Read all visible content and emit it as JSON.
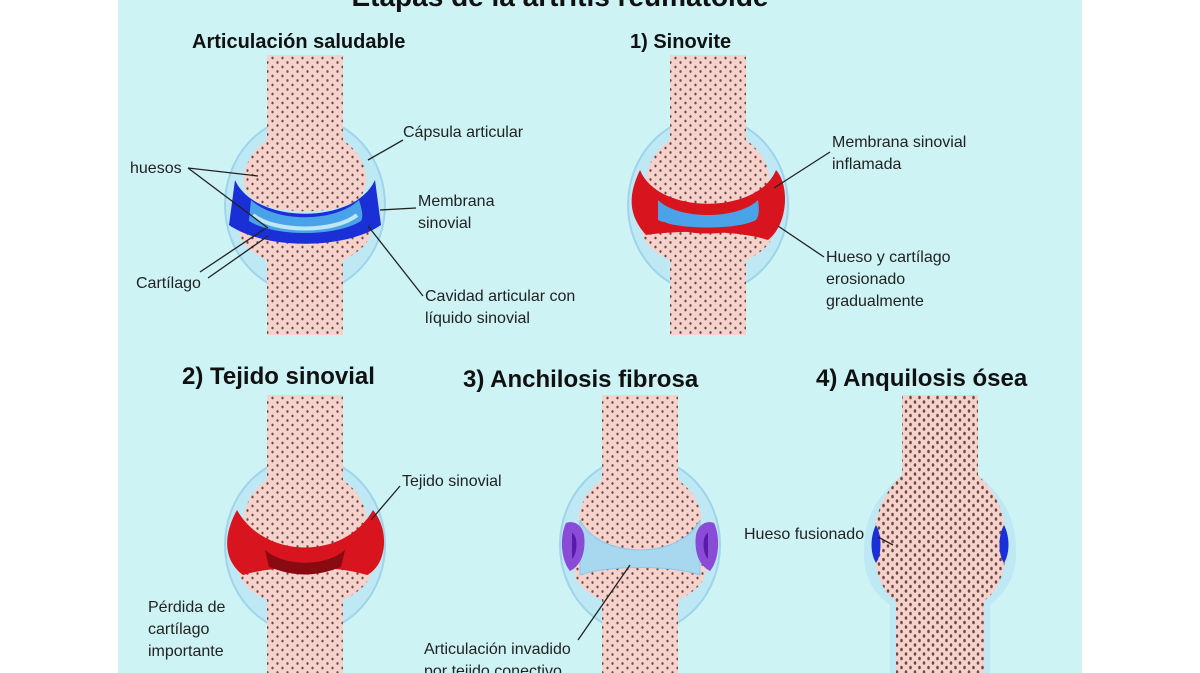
{
  "main_title": "Etapas de la artritis reumatoide",
  "stages": {
    "healthy": {
      "title": "Articulación  saludable",
      "labels": {
        "capsule": "Cápsula articular",
        "bones": "huesos",
        "membrane": [
          "Membrana",
          "sinovial"
        ],
        "cartilage": "Cartílago",
        "cavity": [
          "Cavidad articular con",
          "líquido sinovial"
        ]
      }
    },
    "synovitis": {
      "title": "1) Sinovite",
      "labels": {
        "membrane": [
          "Membrana sinovial",
          "inflamada"
        ],
        "erosion": [
          "Hueso y cartílago",
          "erosionado",
          "gradualmente"
        ]
      }
    },
    "pannus": {
      "title": "2) Tejido sinovial",
      "labels": {
        "tissue": "Tejido sinovial",
        "loss": [
          "Pérdida de",
          "cartílago",
          "importante"
        ]
      }
    },
    "fibrous": {
      "title": "3) Anchilosis fibrosa",
      "labels": {
        "invaded": [
          "Articulación invadido",
          "por tejido conectivo"
        ]
      }
    },
    "bony": {
      "title": "4) Anquilosis ósea",
      "labels": {
        "fused": "Hueso fusionado"
      }
    }
  },
  "colors": {
    "background": "#cdf3f5",
    "capsule": "#bfe8f5",
    "bone": "#f7d2cc",
    "bone_dots": "#6b4a44",
    "cartilage": "#4aa3e8",
    "synovium_healthy": "#1a2fd6",
    "synovium_inflamed": "#d8141e",
    "fibrous_tissue": "#a7d8f0",
    "fibrous_synovium": "#8a4bd6"
  }
}
